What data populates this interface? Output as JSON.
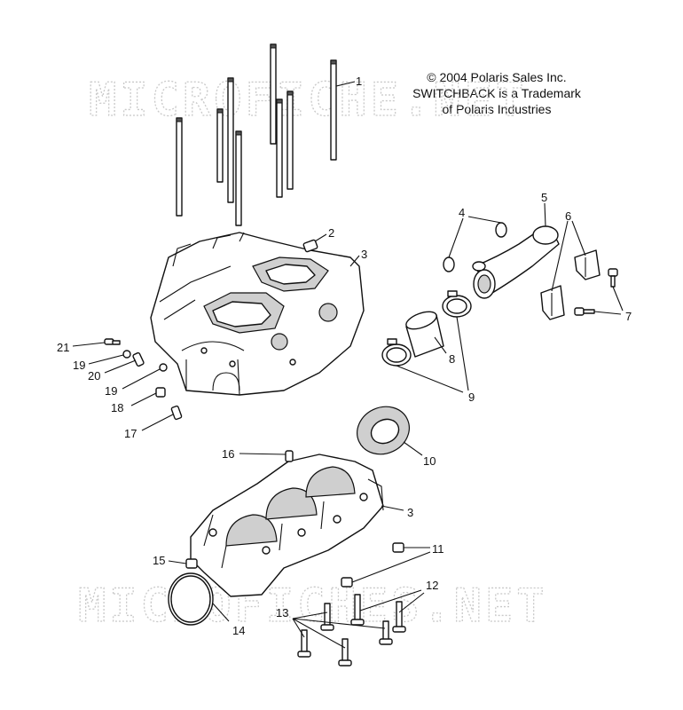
{
  "copyright": {
    "line1": "© 2004 Polaris Sales Inc.",
    "line2": "SWITCHBACK is a Trademark",
    "line3": "of Polaris Industries"
  },
  "watermark": {
    "top": "MICROFICHE.NET",
    "bottom": "MICROFICHES.NET"
  },
  "callouts": {
    "c1": "1",
    "c2": "2",
    "c3a": "3",
    "c3b": "3",
    "c4": "4",
    "c5": "5",
    "c6": "6",
    "c7": "7",
    "c8": "8",
    "c9": "9",
    "c10": "10",
    "c11": "11",
    "c12": "12",
    "c13": "13",
    "c14": "14",
    "c15": "15",
    "c16": "16",
    "c17": "17",
    "c18": "18",
    "c19a": "19",
    "c19b": "19",
    "c20": "20",
    "c21": "21"
  }
}
